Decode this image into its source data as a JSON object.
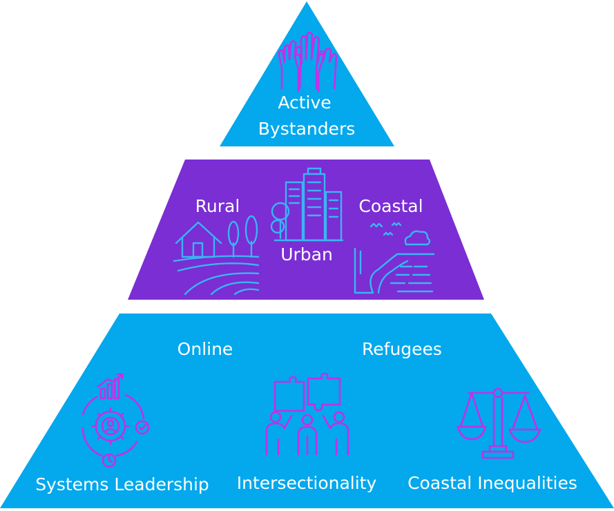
{
  "colors": {
    "cyan_tier": "#04a8ec",
    "purple_tier": "#7a2ed3",
    "label_text": "#ffffff",
    "icon_magenta": "#c130e8",
    "icon_cyan": "#39b5f4"
  },
  "top_tier": {
    "icon": "raised-hands-icon",
    "label_line1": "Active",
    "label_line2": "Bystanders"
  },
  "middle_tier": {
    "rural_label": "Rural",
    "urban_label": "Urban",
    "coastal_label": "Coastal",
    "icons": [
      "farmhouse-fields-icon",
      "city-buildings-icon",
      "coastline-icon"
    ]
  },
  "bottom_tier": {
    "online_label": "Online",
    "refugees_label": "Refugees",
    "systems_label": "Systems Leadership",
    "intersectionality_label": "Intersectionality",
    "coastal_inequalities_label": "Coastal Inequalities",
    "icons": [
      "gear-cycle-icon",
      "team-puzzle-icon",
      "balance-scale-icon"
    ]
  }
}
